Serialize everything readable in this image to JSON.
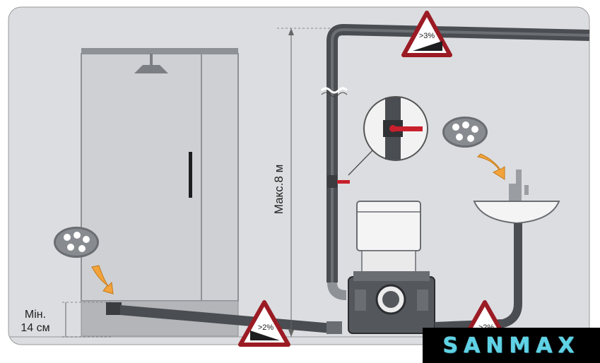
{
  "labels": {
    "max_height": "Макс.8 м",
    "min_height_line1": "Мін.",
    "min_height_line2": "14 см",
    "slope_top": ">3%",
    "slope_left": ">2%",
    "slope_right": ">2%"
  },
  "logo": {
    "text": "SANMAX"
  },
  "colors": {
    "pipe": "#4a4d52",
    "wall": "#dcdde0",
    "warning_border": "#9b1b24",
    "valve": "#c8202c",
    "arrow": "#f2a33a",
    "logo_text": "#5fd3e6"
  }
}
